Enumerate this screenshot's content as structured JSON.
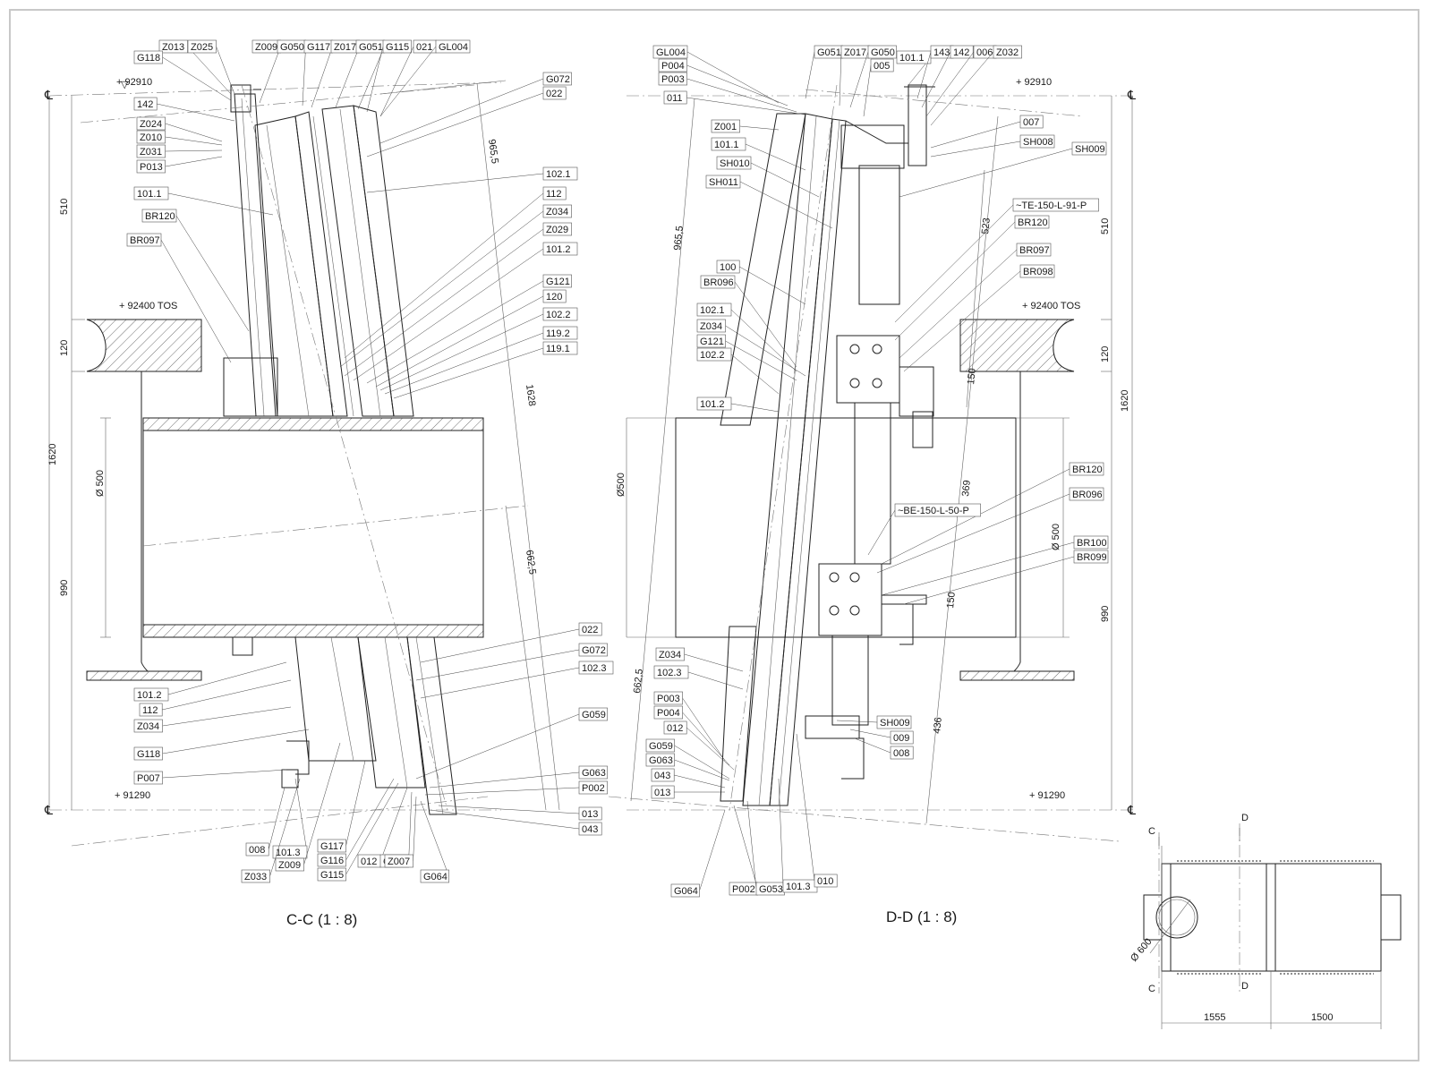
{
  "views": {
    "cc": {
      "title": "C-C  (1 : 8)",
      "labels": {
        "top": [
          "Z013",
          "Z025",
          "G118",
          "Z009",
          "G050",
          "G117",
          "Z017",
          "G051",
          "G115",
          "021",
          "GL004"
        ],
        "left": [
          "142",
          "Z024",
          "Z010",
          "Z031",
          "P013",
          "101.1",
          "BR120",
          "BR097"
        ],
        "right": [
          "G072",
          "022",
          "102.1",
          "112",
          "Z034",
          "Z029",
          "101.2",
          "G121",
          "120",
          "102.2",
          "119.2",
          "119.1"
        ],
        "lower_right": [
          "022",
          "G072",
          "102.3",
          "G059",
          "G063",
          "P002",
          "013",
          "043"
        ],
        "lower_left": [
          "101.2",
          "112",
          "Z034",
          "G118",
          "P007"
        ],
        "bottom": [
          "008",
          "101.3",
          "Z033",
          "Z009",
          "G117",
          "G116",
          "G115",
          "012",
          "G053",
          "Z007",
          "G064"
        ]
      },
      "dims": {
        "elev_top": "+ 92910",
        "elev_tos": "+ 92400  TOS",
        "elev_bottom": "+ 91290",
        "d510": "510",
        "d120": "120",
        "d1620": "1620",
        "d990": "990",
        "dia": "Ø 500",
        "d965": "965,5",
        "d1628": "1628",
        "d662": "662,5"
      }
    },
    "dd": {
      "title": "D-D  (1 : 8)",
      "labels": {
        "top": [
          "GL004",
          "P004",
          "P003",
          "011",
          "G051",
          "Z017",
          "G050",
          "005",
          "101.1",
          "143",
          "142",
          "006",
          "Z032"
        ],
        "left": [
          "Z001",
          "101.1",
          "SH010",
          "SH011",
          "100",
          "BR096",
          "102.1",
          "Z034",
          "G121",
          "102.2",
          "101.2"
        ],
        "right": [
          "007",
          "SH008",
          "SH009",
          "~TE-150-L-91-P",
          "BR120",
          "BR097",
          "BR098",
          "BR120",
          "BR096",
          "~BE-150-L-50-P",
          "BR100",
          "BR099",
          "SH009",
          "009",
          "008"
        ],
        "lower_left": [
          "Z034",
          "102.3",
          "P003",
          "P004",
          "012",
          "G059",
          "G063",
          "043",
          "013"
        ],
        "bottom": [
          "G064",
          "P002",
          "G053",
          "101.3",
          "010"
        ]
      },
      "dims": {
        "elev_top": "+ 92910",
        "elev_tos": "+ 92400  TOS",
        "elev_bottom": "+ 91290",
        "d510": "510",
        "d120": "120",
        "d1620": "1620",
        "d990": "990",
        "dia_left": "Ø500",
        "dia_right": "Ø 500",
        "d965": "965,5",
        "d662": "662,5",
        "d523": "523",
        "d150a": "150",
        "d369": "369",
        "d150b": "150",
        "d436": "436"
      }
    }
  },
  "keyplan": {
    "cut_c": "C",
    "cut_d": "D",
    "dia": "Ø 600",
    "d1555": "1555",
    "d1500": "1500"
  },
  "centerline_symbol": "℄"
}
